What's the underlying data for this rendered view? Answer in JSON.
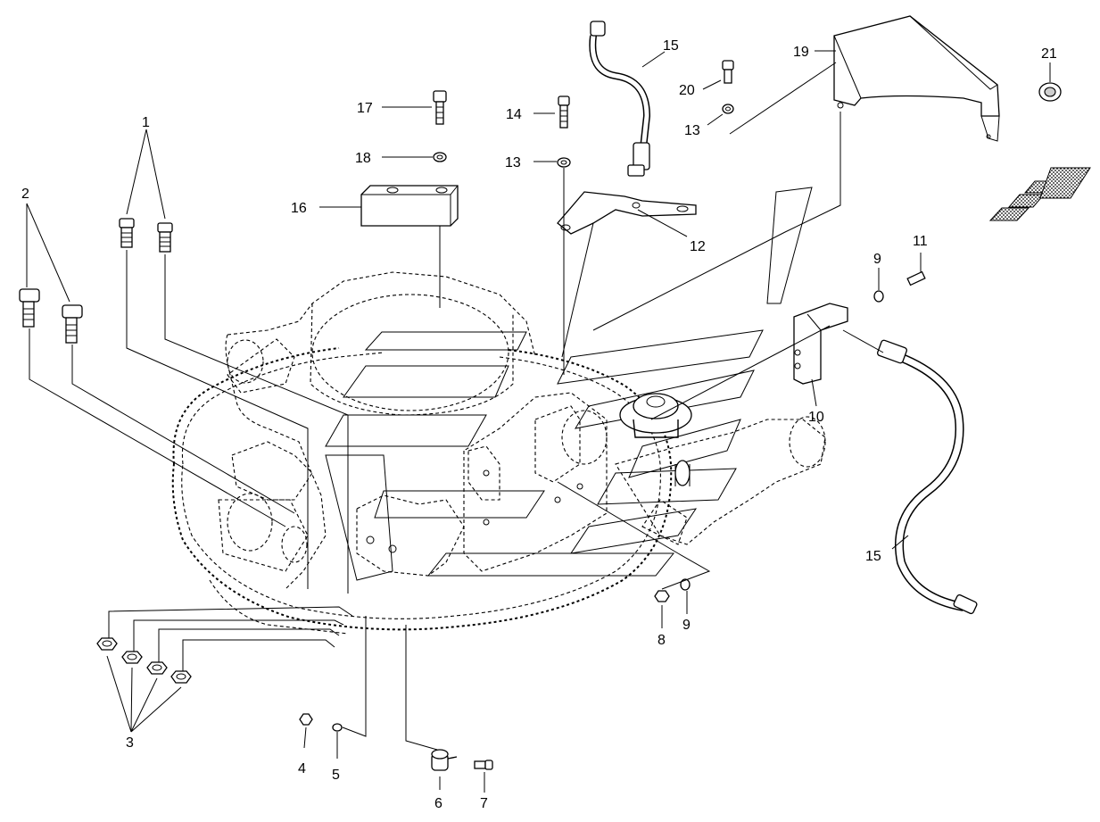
{
  "callouts": [
    {
      "id": "c1",
      "text": "1"
    },
    {
      "id": "c2",
      "text": "2"
    },
    {
      "id": "c3",
      "text": "3"
    },
    {
      "id": "c4",
      "text": "4"
    },
    {
      "id": "c5",
      "text": "5"
    },
    {
      "id": "c6",
      "text": "6"
    },
    {
      "id": "c7",
      "text": "7"
    },
    {
      "id": "c8",
      "text": "8"
    },
    {
      "id": "c9a",
      "text": "9"
    },
    {
      "id": "c9b",
      "text": "9"
    },
    {
      "id": "c10",
      "text": "10"
    },
    {
      "id": "c11",
      "text": "11"
    },
    {
      "id": "c12",
      "text": "12"
    },
    {
      "id": "c13a",
      "text": "13"
    },
    {
      "id": "c13b",
      "text": "13"
    },
    {
      "id": "c14",
      "text": "14"
    },
    {
      "id": "c15a",
      "text": "15"
    },
    {
      "id": "c15b",
      "text": "15"
    },
    {
      "id": "c16",
      "text": "16"
    },
    {
      "id": "c17",
      "text": "17"
    },
    {
      "id": "c18",
      "text": "18"
    },
    {
      "id": "c19",
      "text": "19"
    },
    {
      "id": "c20",
      "text": "20"
    },
    {
      "id": "c21",
      "text": "21"
    }
  ],
  "colors": {
    "ink": "#000000",
    "background": "#ffffff",
    "shading": "#cfcfcf"
  }
}
